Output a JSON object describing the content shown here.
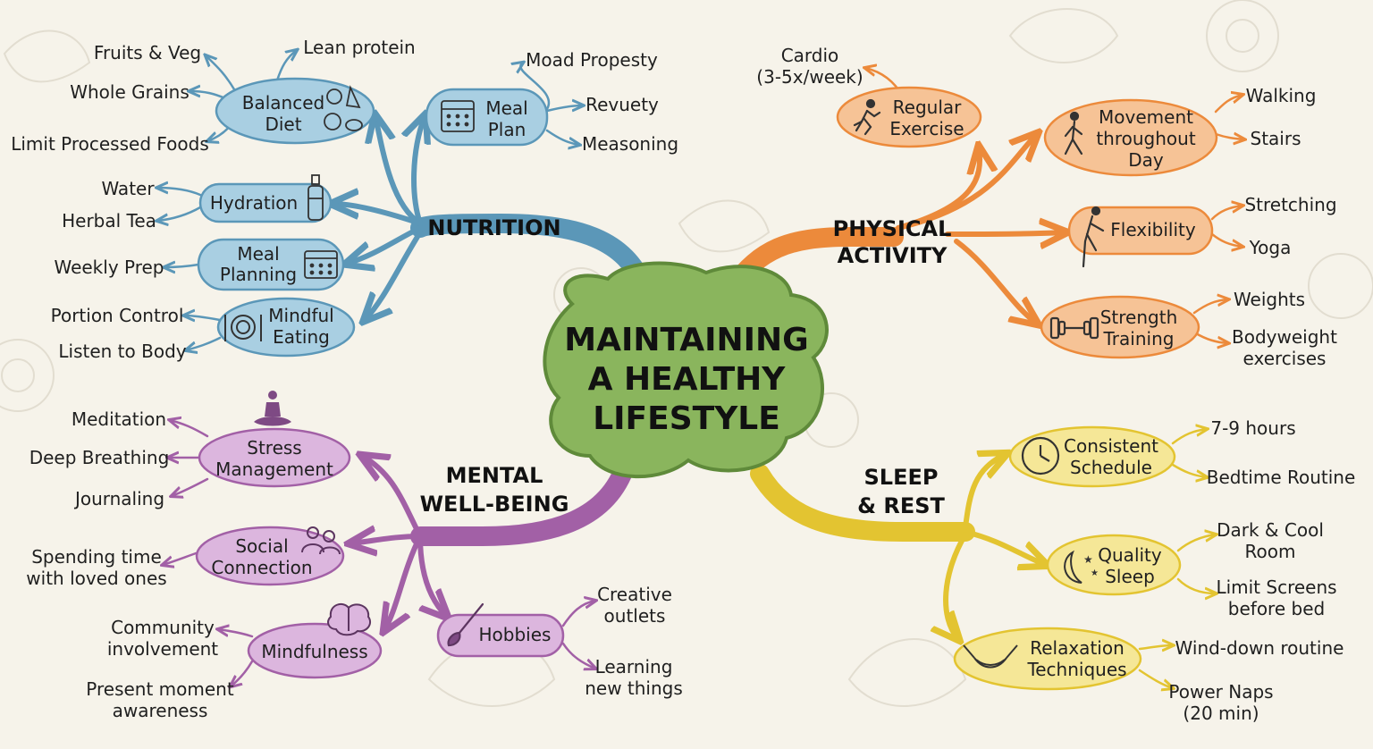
{
  "center": {
    "lines": [
      "MAINTAINING",
      "A HEALTHY",
      "LIFESTYLE"
    ]
  },
  "colors": {
    "nutrition": "#5b97b8",
    "nutrition_fill": "#a9cfe2",
    "physical": "#ec8a3b",
    "physical_fill": "#f6c396",
    "mental": "#a260a6",
    "mental_fill": "#dcb6de",
    "sleep": "#e3c431",
    "sleep_fill": "#f5e797",
    "center": "#7fad54",
    "center_fill": "#8ab55d"
  },
  "nutrition": {
    "title": "NUTRITION",
    "balanced_diet": {
      "lines": [
        "Balanced",
        "Diet"
      ],
      "icon": "fruit-veg-icon",
      "leaves": [
        "Fruits & Veg",
        "Lean protein",
        "Whole Grains",
        "Limit Processed Foods"
      ]
    },
    "meal_plan": {
      "lines": [
        "Meal",
        "Plan"
      ],
      "icon": "calendar-icon",
      "leaves": [
        "Moad Propesty",
        "Revuety",
        "Measoning"
      ]
    },
    "hydration": {
      "lines": [
        "Hydration"
      ],
      "icon": "water-bottle-icon",
      "leaves": [
        "Water",
        "Herbal Tea"
      ]
    },
    "meal_planning": {
      "lines": [
        "Meal",
        "Planning"
      ],
      "icon": "calendar-icon",
      "leaves": [
        "Weekly Prep"
      ]
    },
    "mindful_eating": {
      "lines": [
        "Mindful",
        "Eating"
      ],
      "icon": "plate-cutlery-icon",
      "leaves": [
        "Portion Control",
        "Listen to Body"
      ]
    }
  },
  "physical": {
    "title_lines": [
      "PHYSICAL",
      "ACTIVITY"
    ],
    "regular_exercise": {
      "lines": [
        "Regular",
        "Exercise"
      ],
      "icon": "runner-icon",
      "leaves": [
        [
          "Cardio",
          "(3-5x/week)"
        ]
      ]
    },
    "movement": {
      "lines": [
        "Movement",
        "throughout",
        "Day"
      ],
      "icon": "walker-icon",
      "leaves": [
        "Walking",
        "Stairs"
      ]
    },
    "flexibility": {
      "lines": [
        "Flexibility"
      ],
      "icon": "stretching-person-icon",
      "leaves": [
        "Stretching",
        "Yoga"
      ]
    },
    "strength": {
      "lines": [
        "Strength",
        "Training"
      ],
      "icon": "dumbbell-icon",
      "leaves": [
        "Weights",
        [
          "Bodyweight",
          "exercises"
        ]
      ]
    }
  },
  "mental": {
    "title_lines": [
      "MENTAL",
      "WELL-BEING"
    ],
    "stress": {
      "lines": [
        "Stress",
        "Management"
      ],
      "icon": "meditation-icon",
      "leaves": [
        "Meditation",
        "Deep Breathing",
        "Journaling"
      ]
    },
    "social": {
      "lines": [
        "Social",
        "Connection"
      ],
      "icon": "people-icon",
      "leaves": [
        [
          "Spending time",
          "with loved ones"
        ]
      ]
    },
    "mindfulness": {
      "lines": [
        "Mindfulness"
      ],
      "icon": "brain-icon",
      "leaves": [
        [
          "Community",
          "involvement"
        ],
        [
          "Present moment",
          "awareness"
        ]
      ]
    },
    "hobbies": {
      "lines": [
        "Hobbies"
      ],
      "icon": "paintbrush-icon",
      "leaves": [
        [
          "Creative",
          "outlets"
        ],
        [
          "Learning",
          "new things"
        ]
      ]
    }
  },
  "sleep": {
    "title_lines": [
      "SLEEP",
      "& REST"
    ],
    "schedule": {
      "lines": [
        "Consistent",
        "Schedule"
      ],
      "icon": "clock-icon",
      "leaves": [
        "7-9 hours",
        "Bedtime Routine"
      ]
    },
    "quality": {
      "lines": [
        "Quality",
        "Sleep"
      ],
      "icon": "moon-stars-icon",
      "leaves": [
        [
          "Dark & Cool",
          "Room"
        ],
        [
          "Limit Screens",
          "before bed"
        ]
      ]
    },
    "relaxation": {
      "lines": [
        "Relaxation",
        "Techniques"
      ],
      "icon": "hammock-icon",
      "leaves": [
        "Wind-down routine",
        [
          "Power Naps",
          "(20 min)"
        ]
      ]
    }
  }
}
